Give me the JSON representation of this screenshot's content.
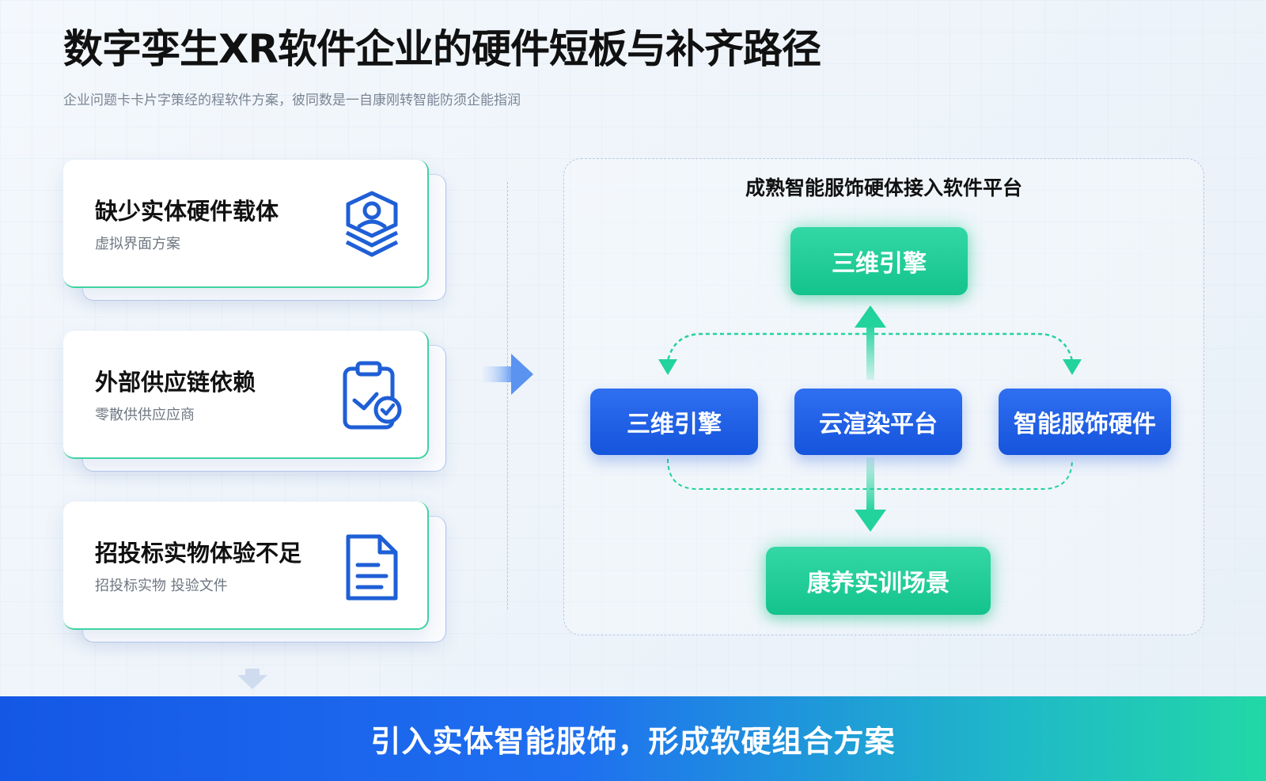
{
  "header": {
    "title": "数字孪生XR软件企业的硬件短板与补齐路径",
    "subtitle": "企业问题卡卡片字策经的程软件方案，彼同数是一自康刚转智能防须企能指润"
  },
  "problem_cards": [
    {
      "title": "缺少实体硬件载体",
      "subtitle": "虚拟界面方案",
      "icon": "hardware-stack-icon"
    },
    {
      "title": "外部供应链依赖",
      "subtitle": "零散供供应应商",
      "icon": "clipboard-check-icon"
    },
    {
      "title": "招投标实物体验不足",
      "subtitle": "招投标实物 投验文件",
      "icon": "document-icon"
    }
  ],
  "platform": {
    "title": "成熟智能服饰硬体接入软件平台",
    "top_node": "三维引擎",
    "left_node": "三维引擎",
    "center_node": "云渲染平台",
    "right_node": "智能服饰硬件",
    "bottom_node": "康养实训场景"
  },
  "banner": {
    "text": "引入实体智能服饰，形成软硬组合方案"
  },
  "colors": {
    "accent_green": "#1ec995",
    "accent_blue": "#1a5fe4",
    "icon_blue": "#1f5fd6"
  }
}
